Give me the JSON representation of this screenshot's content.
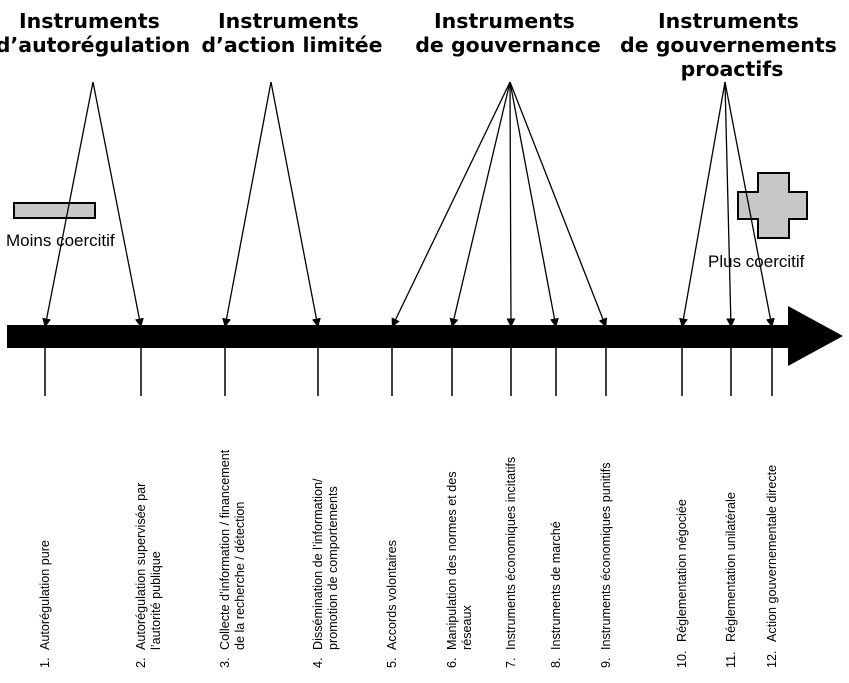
{
  "groups": [
    {
      "id": "autoregulation",
      "lines": [
        "Instruments",
        "d’autorégulation"
      ],
      "targets": [
        1,
        2
      ]
    },
    {
      "id": "action-limitee",
      "lines": [
        "Instruments",
        "d’action limitée"
      ],
      "targets": [
        3,
        4
      ]
    },
    {
      "id": "gouvernance",
      "lines": [
        "Instruments",
        "de gouvernance"
      ],
      "targets": [
        5,
        6,
        7,
        8,
        9
      ]
    },
    {
      "id": "gouvernements-proactifs",
      "lines": [
        "Instruments",
        "de gouvernements",
        "proactifs"
      ],
      "targets": [
        10,
        11,
        12
      ]
    }
  ],
  "scale": {
    "min_label": "Moins coercitif",
    "max_label": "Plus coercitif"
  },
  "items": [
    {
      "num": "1.",
      "lines": [
        "Autorégulation pure"
      ]
    },
    {
      "num": "2.",
      "lines": [
        "Autorégulation supervisée par",
        "l’autorité publique"
      ]
    },
    {
      "num": "3.",
      "lines": [
        "Collecte d’information / financement",
        "de la recherche / détection"
      ]
    },
    {
      "num": "4.",
      "lines": [
        "Dissémination de l’information/",
        "promotion de comportements"
      ]
    },
    {
      "num": "5.",
      "lines": [
        "Accords volontaires"
      ]
    },
    {
      "num": "6.",
      "lines": [
        "Manipulation des normes et des",
        "réseaux"
      ]
    },
    {
      "num": "7.",
      "lines": [
        "Instruments économiques incitatifs"
      ]
    },
    {
      "num": "8.",
      "lines": [
        "Instruments de marché"
      ]
    },
    {
      "num": "9.",
      "lines": [
        "Instruments économiques punitifs"
      ]
    },
    {
      "num": "10.",
      "lines": [
        "Réglementation négociée"
      ]
    },
    {
      "num": "11.",
      "lines": [
        "Réglementation unilatérale"
      ]
    },
    {
      "num": "12.",
      "lines": [
        "Action gouvernementale directe"
      ]
    }
  ]
}
